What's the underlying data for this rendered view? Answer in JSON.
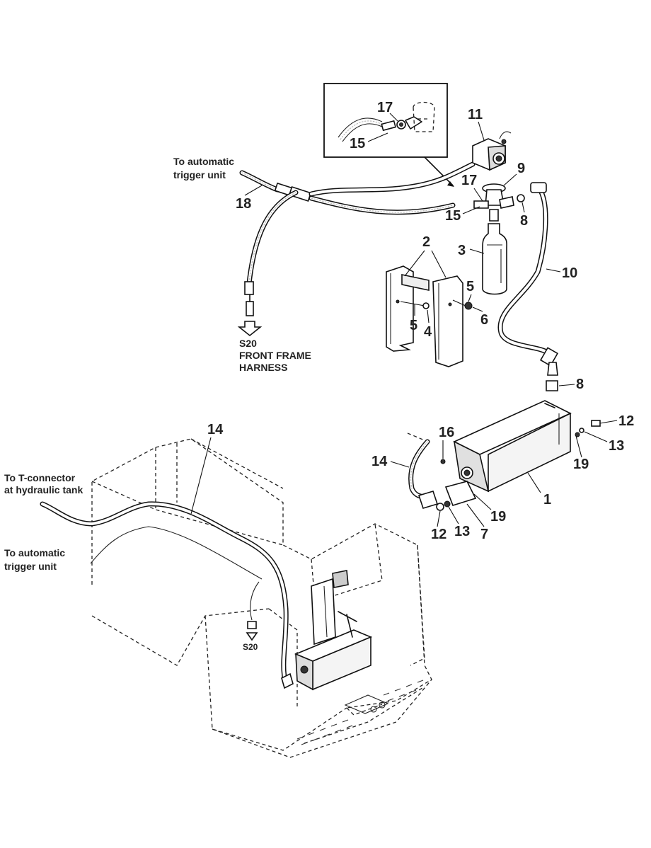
{
  "callouts": {
    "c1": "1",
    "c2": "2",
    "c3": "3",
    "c4": "4",
    "c5a": "5",
    "c5b": "5",
    "c6": "6",
    "c7": "7",
    "c8a": "8",
    "c8b": "8",
    "c9": "9",
    "c10": "10",
    "c11": "11",
    "c12a": "12",
    "c12b": "12",
    "c13a": "13",
    "c13b": "13",
    "c14a": "14",
    "c14b": "14",
    "c15a": "15",
    "c15b": "15",
    "c16": "16",
    "c17a": "17",
    "c17b": "17",
    "c18": "18",
    "c19a": "19",
    "c19b": "19"
  },
  "labels": {
    "to_trigger_top_1": "To automatic",
    "to_trigger_top_2": "trigger unit",
    "s20_1": "S20",
    "s20_2": "FRONT FRAME",
    "s20_3": "HARNESS",
    "t_connector_1": "To T-connector",
    "t_connector_2": "at hydraulic tank",
    "to_trigger_bottom_1": "To automatic",
    "to_trigger_bottom_2": "trigger unit",
    "s20_small": "S20"
  }
}
